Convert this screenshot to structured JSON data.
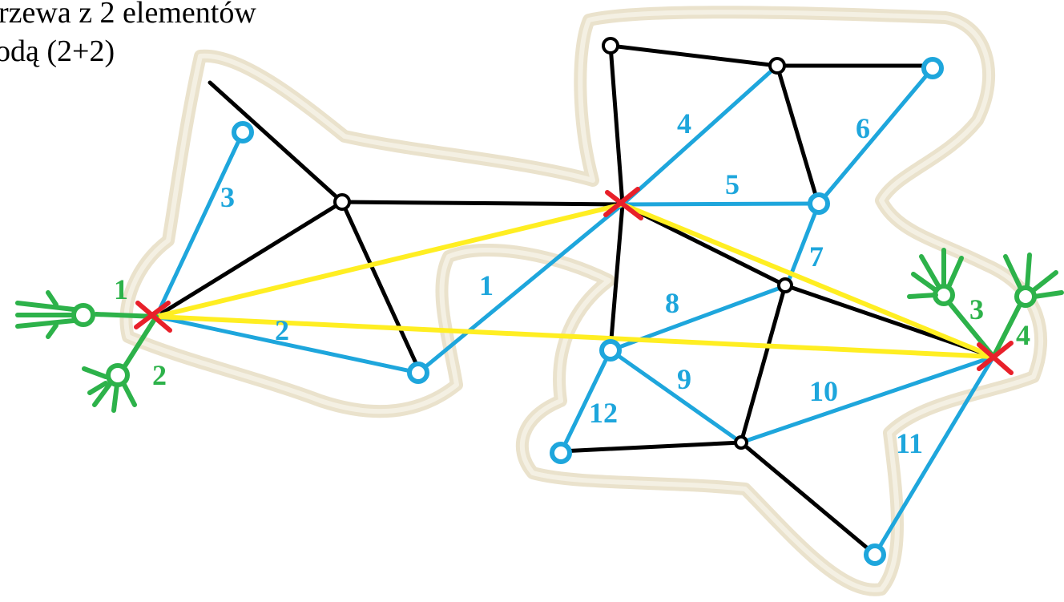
{
  "title": {
    "line1": "rzewa z 2 elementów",
    "line2": "odą (2+2)"
  },
  "colors": {
    "black_edge": "#000000",
    "blue_edge": "#1ea6dc",
    "yellow_edge": "#ffee22",
    "green": "#2db24a",
    "red_cross": "#e8202a",
    "blob_outline": "#e6ddc3",
    "blue_label": "#1ea6dc",
    "green_label": "#2db24a"
  },
  "labels": {
    "blue": [
      "1",
      "2",
      "3",
      "4",
      "5",
      "6",
      "7",
      "8",
      "9",
      "10",
      "11",
      "12"
    ],
    "green": [
      "1",
      "2",
      "3",
      "4"
    ]
  }
}
